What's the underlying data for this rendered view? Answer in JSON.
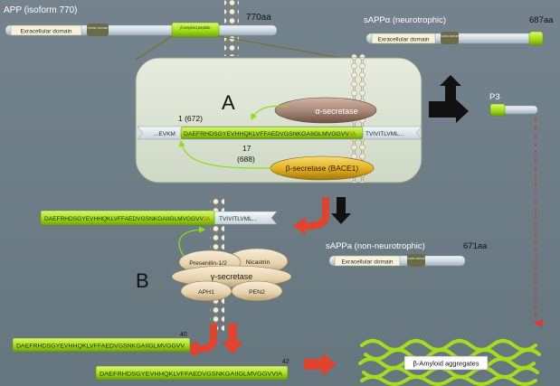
{
  "colors": {
    "background": "#6c7c86",
    "membrane": "#e8e3cf",
    "green": "#a9e21a",
    "bar": "#d9e3ea",
    "alpha_secretase": "#a98a78",
    "beta_secretase": "#e6b528",
    "red_arrow": "#e0432e",
    "dashed_red": "#c0392b"
  },
  "app": {
    "title": "APP (isoform 770)",
    "length": "770aa",
    "extracellular": "Exracellular domain",
    "kunitz": "Kunitz domain",
    "abeta_peptide": "β-amyloid peptide"
  },
  "sapp_alpha": {
    "title": "sAPPα (neurotrophic)",
    "length": "687aa",
    "extracellular": "Exracellular domain",
    "kunitz": "Kunitz domain"
  },
  "p3": {
    "label": "P3"
  },
  "panel_a": {
    "letter": "A",
    "alpha_secretase": "α-secretase",
    "beta_secretase": "β-secretase (BACE1)",
    "pos_start": "1 (672)",
    "pos_end_1": "17",
    "pos_end_2": "(688)",
    "seq_left": "...EVKM",
    "seq_main": "DAEFRHDSGYEVHHQKLVFFAEDVGSNKGAIIGLMVGGVV",
    "seq_main_tail": "IA",
    "seq_right": "TVIVITLVML..."
  },
  "c99": {
    "seq": "DAEFRHDSGYEVHHQKLVFFAEDVGSNKGAIIGLMVGGVV",
    "seq_tail": "IA",
    "seq_right": "TVIVITLVML..."
  },
  "sapp_beta": {
    "title": "sAPPa (non-neurotrophic)",
    "length": "671aa",
    "extracellular": "Exracellular domain",
    "kunitz": "Kunitz domain"
  },
  "panel_b": {
    "letter": "B",
    "presenilin": "Presenilin-1/2",
    "nicastrin": "Nicastrin",
    "gamma": "γ-secretase",
    "aph1": "APH1",
    "pen2": "PEN2"
  },
  "abeta40": {
    "seq": "DAEFRHDSGYEVHHQKLVFFAEDVGSNKGAIIGLMVGGVV",
    "length": "40"
  },
  "abeta42": {
    "seq": "DAEFRHDSGYEVHHQKLVFFAEDVGSNKGAIIGLMVGGVVIA",
    "length": "42"
  },
  "aggregates": {
    "label": "β-Amyloid aggregates"
  }
}
